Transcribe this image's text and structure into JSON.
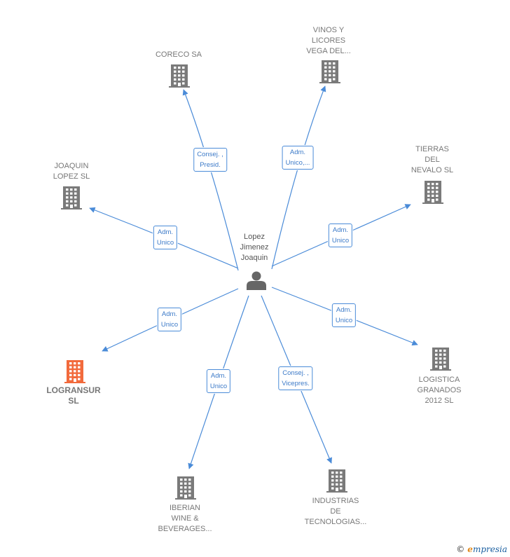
{
  "colors": {
    "edge": "#4a8bd8",
    "building": "#7a7a7a",
    "focus_building": "#f26a3c",
    "person": "#666666"
  },
  "center": {
    "label": "Lopez\nJimenez\nJoaquin",
    "icon": "person-icon"
  },
  "nodes": [
    {
      "id": "coreco",
      "label": "CORECO SA",
      "icon": "building-icon",
      "focus": false,
      "edge_label": "Consej. ,\nPresid."
    },
    {
      "id": "vinos",
      "label": "VINOS Y\nLICORES\nVEGA DEL...",
      "icon": "building-icon",
      "focus": false,
      "edge_label": "Adm.\nUnico,..."
    },
    {
      "id": "tierras",
      "label": "TIERRAS\nDEL\nNEVALO  SL",
      "icon": "building-icon",
      "focus": false,
      "edge_label": "Adm.\nUnico"
    },
    {
      "id": "logistica",
      "label": "LOGISTICA\nGRANADOS\n2012 SL",
      "icon": "building-icon",
      "focus": false,
      "edge_label": "Adm.\nUnico"
    },
    {
      "id": "industrias",
      "label": "INDUSTRIAS\nDE\nTECNOLOGIAS...",
      "icon": "building-icon",
      "focus": false,
      "edge_label": "Consej. ,\nVicepres."
    },
    {
      "id": "iberian",
      "label": "IBERIAN\nWINE &\nBEVERAGES...",
      "icon": "building-icon",
      "focus": false,
      "edge_label": "Adm.\nUnico"
    },
    {
      "id": "logransur",
      "label": "LOGRANSUR\nSL",
      "icon": "building-icon",
      "focus": true,
      "edge_label": "Adm.\nUnico"
    },
    {
      "id": "joaquin",
      "label": "JOAQUIN\nLOPEZ  SL",
      "icon": "building-icon",
      "focus": false,
      "edge_label": "Adm.\nUnico"
    }
  ],
  "brand": {
    "copyright": "©",
    "name_first": "e",
    "name_rest": "mpresia"
  }
}
